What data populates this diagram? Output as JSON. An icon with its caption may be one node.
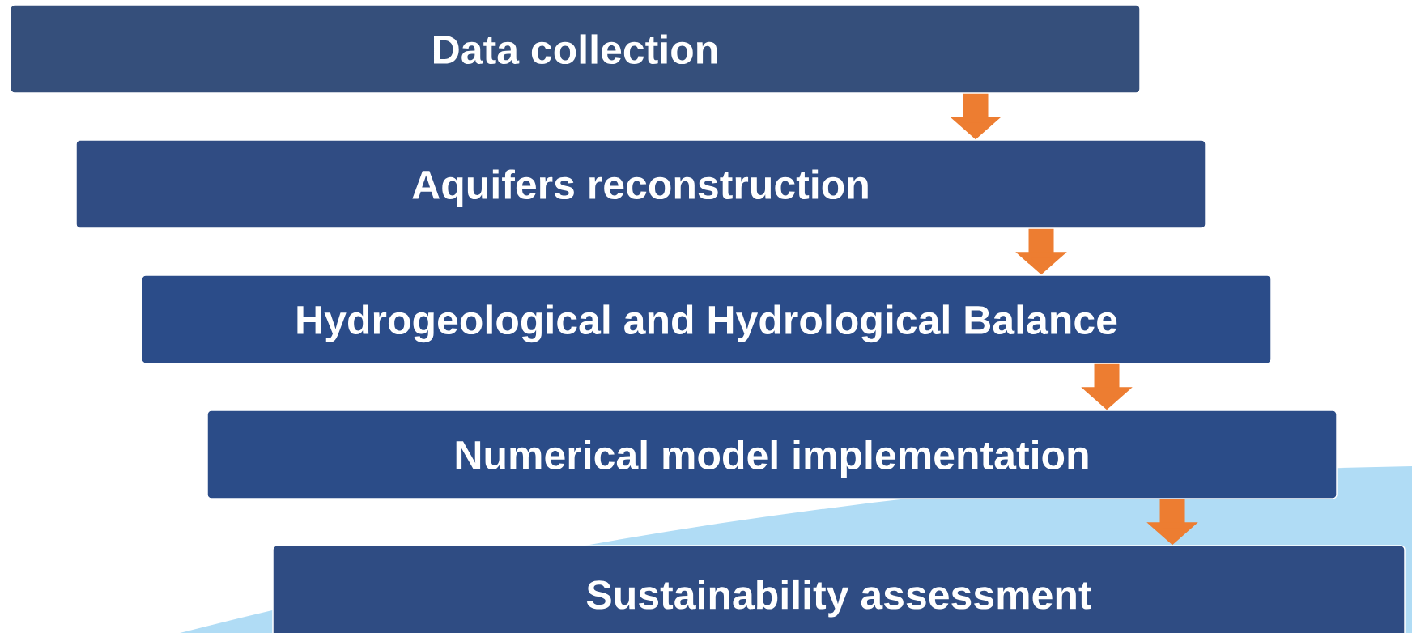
{
  "diagram": {
    "nodes": [
      {
        "text": [
          "Data collection"
        ]
      },
      {
        "text": [
          "Aquifers reconstruction"
        ]
      },
      {
        "text": [
          "Hydrogeological and Hydrological Balance"
        ]
      },
      {
        "text": [
          "Numerical model implementation"
        ]
      },
      {
        "text": [
          "Sustainability assessment"
        ]
      }
    ],
    "edges": [
      {
        "from": 0,
        "to": 1,
        "arrow": "to"
      },
      {
        "from": 1,
        "to": 2,
        "arrow": "to"
      },
      {
        "from": 2,
        "to": 3,
        "arrow": "to"
      },
      {
        "from": 3,
        "to": 4,
        "arrow": "to"
      }
    ]
  }
}
